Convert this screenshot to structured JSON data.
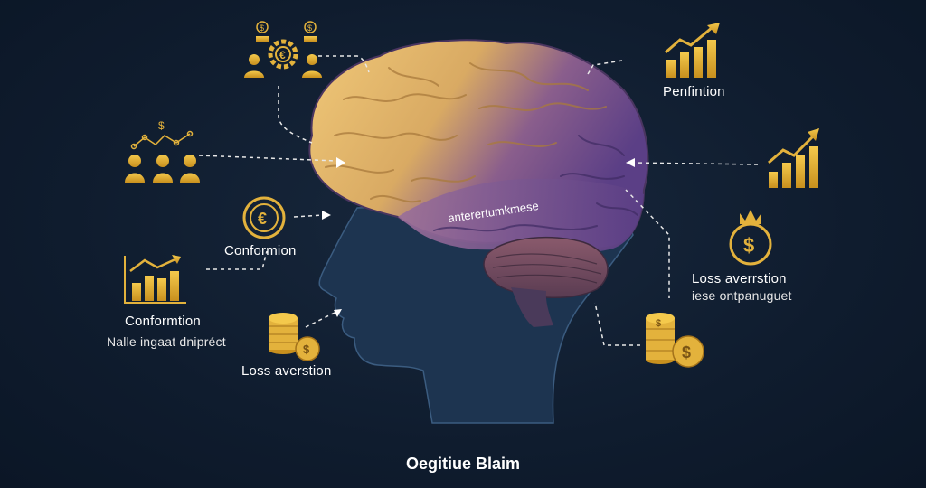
{
  "title": "Oegitiue Blaim",
  "brain_label": "anterertumkmese",
  "labels": {
    "left_conformion": "Conformion",
    "left_conformtion": "Conformtion",
    "left_nalle": "Nalle ingaat dnipréct",
    "left_loss": "Loss averstion",
    "right_penfintion": "Penfintion",
    "right_loss": "Loss averrstion",
    "right_iese": "iese ontpanuguet"
  },
  "icons": [
    "people-euro-gear-icon",
    "people-network-icon",
    "euro-coin-icon",
    "bar-chart-up-icon",
    "coin-stack-icon",
    "bar-chart-up-icon",
    "bar-chart-up-icon",
    "money-bag-icon",
    "coin-stack-dollar-icon"
  ],
  "colors": {
    "background": "#0f1c2e",
    "gold": "#e3b23c",
    "brain_front": "#e2b766",
    "brain_back": "#6e4d92",
    "head": "#1d3450"
  }
}
